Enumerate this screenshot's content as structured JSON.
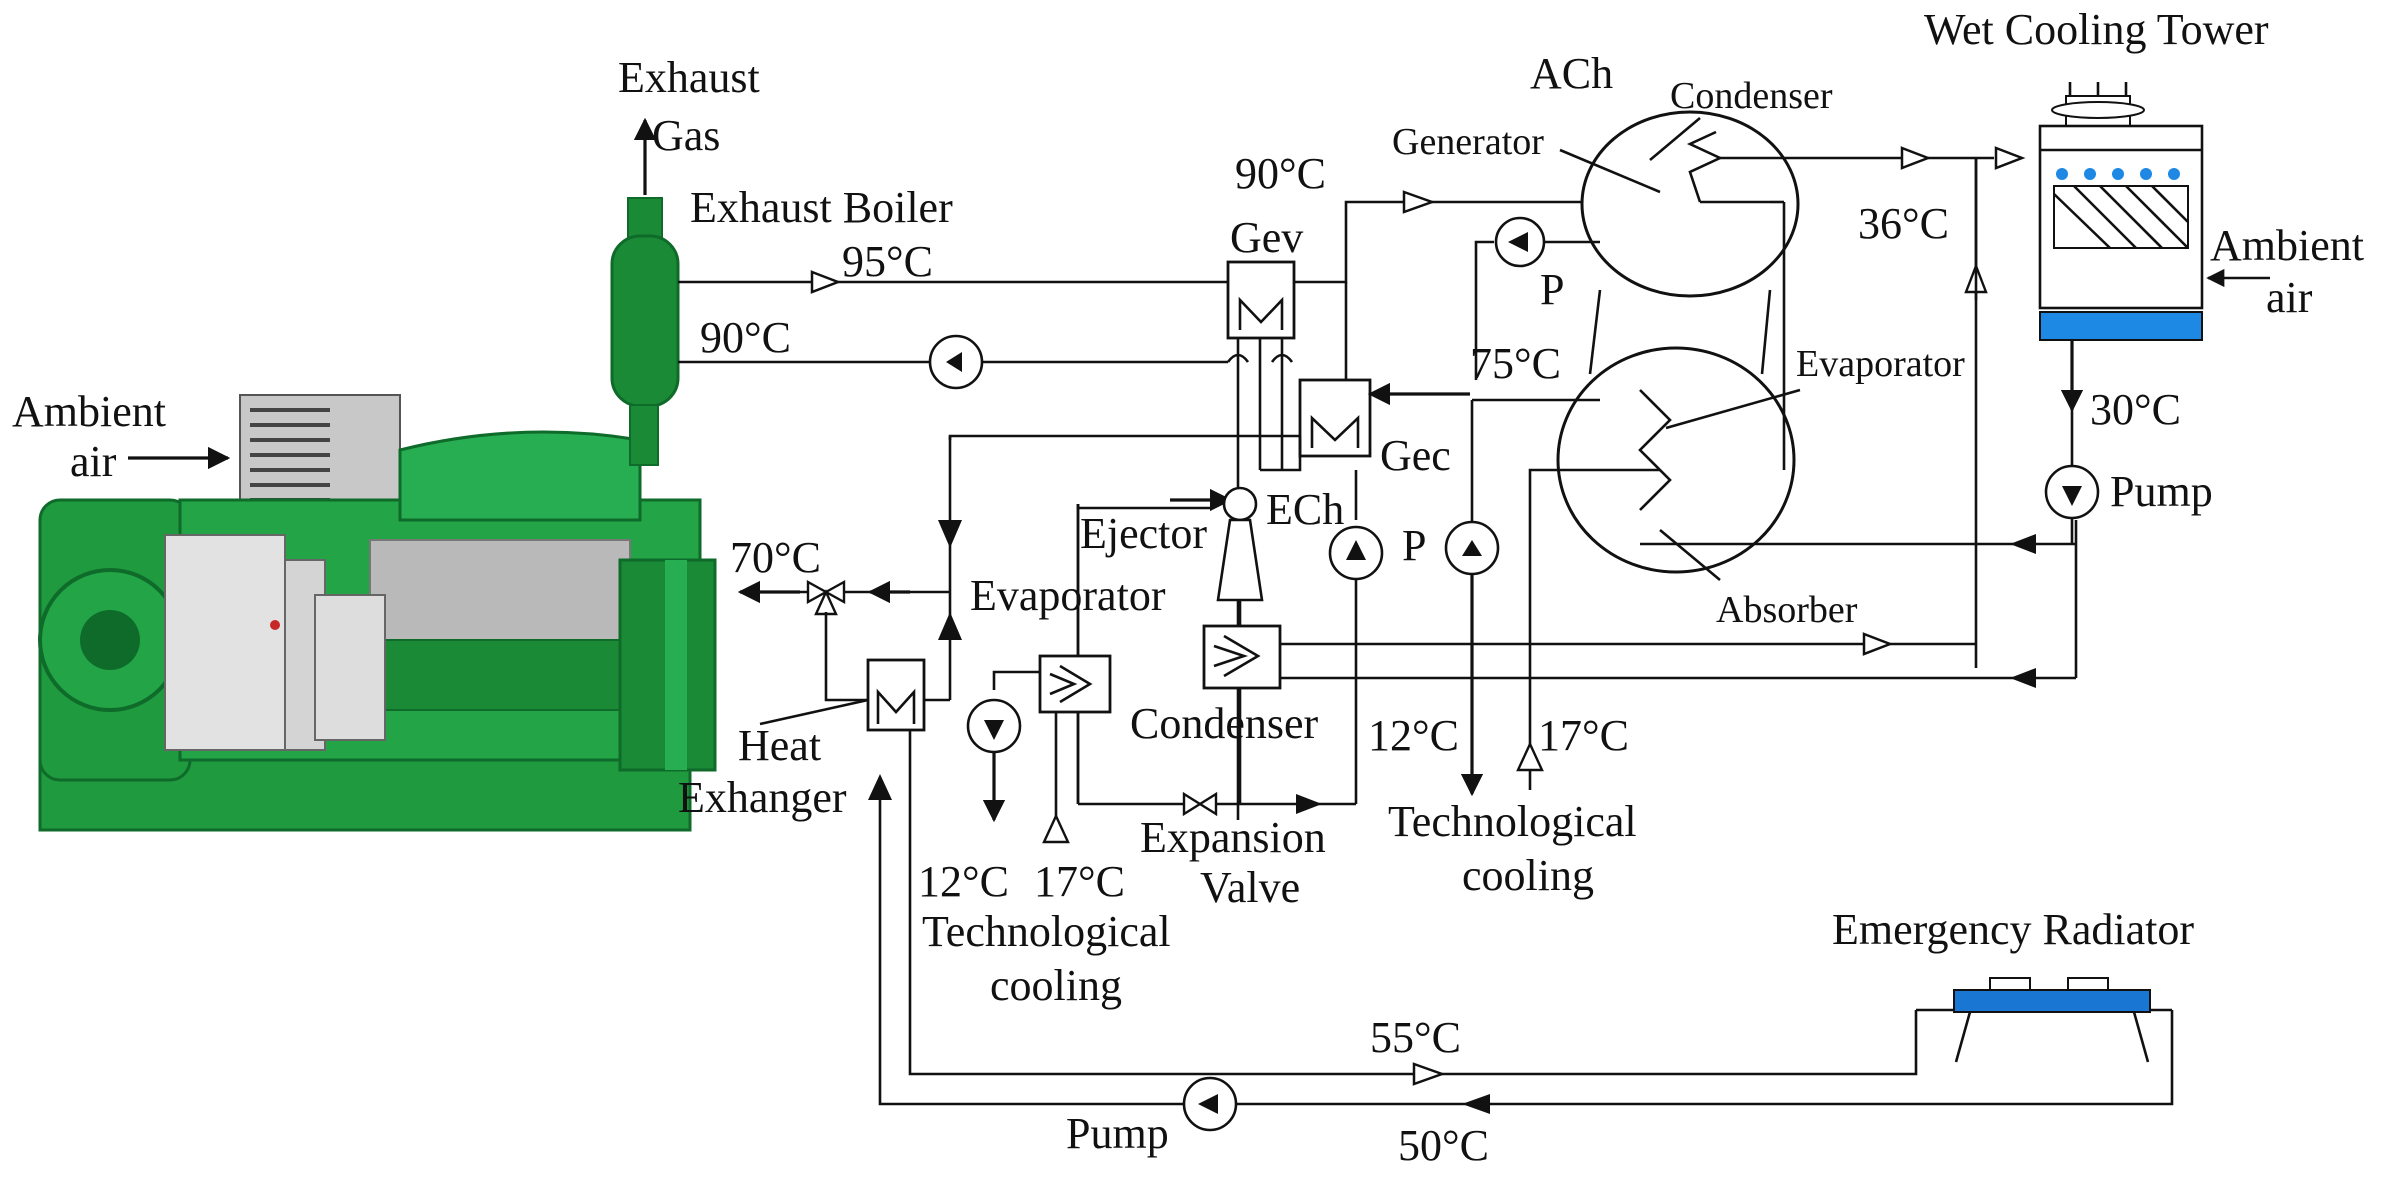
{
  "labels": {
    "exhaust_gas_1": "Exhaust",
    "exhaust_gas_2": "Gas",
    "exhaust_boiler": "Exhaust Boiler",
    "ambient_air_left_1": "Ambient",
    "ambient_air_left_2": "air",
    "t_95": "95°C",
    "t_90_boiler": "90°C",
    "t_90_gen": "90°C",
    "gev": "Gev",
    "gec": "Gec",
    "ach": "ACh",
    "generator": "Generator",
    "condenser_ach": "Condenser",
    "evaporator_ach": "Evaporator",
    "absorber": "Absorber",
    "t_75": "75°C",
    "p_upper": "P",
    "p_lower": "P",
    "wet_cooling_tower": "Wet Cooling Tower",
    "t_36": "36°C",
    "ambient_air_right_1": "Ambient",
    "ambient_air_right_2": "air",
    "t_30": "30°C",
    "pump_right": "Pump",
    "t_70": "70°C",
    "evaporator_left": "Evaporator",
    "ejector": "Ejector",
    "ech": "ECh",
    "condenser_ech": "Condenser",
    "heat_exchanger_1": "Heat",
    "heat_exchanger_2": "Exhanger",
    "t_12_left": "12°C",
    "t_17_left": "17°C",
    "tech_cooling_left_1": "Technological",
    "tech_cooling_left_2": "cooling",
    "expansion_valve_1": "Expansion",
    "expansion_valve_2": "Valve",
    "t_12_mid": "12°C",
    "t_17_mid": "17°C",
    "tech_cooling_mid_1": "Technological",
    "tech_cooling_mid_2": "cooling",
    "emergency_radiator": "Emergency Radiator",
    "t_55": "55°C",
    "t_50": "50°C",
    "pump_bottom": "Pump"
  },
  "colors": {
    "engine_green": "#1f9a3f",
    "engine_dark": "#0f6b2a",
    "boiler_green": "#1a8a36",
    "tower_blue": "#1e88e5",
    "radiator_blue": "#1976d2",
    "line": "#111111"
  }
}
